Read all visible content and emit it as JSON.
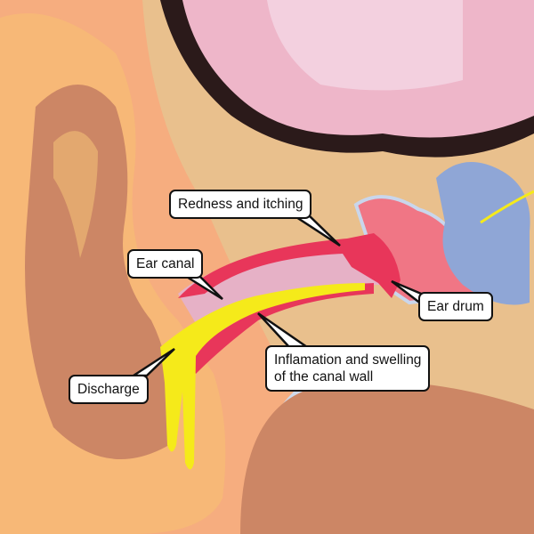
{
  "title": "Ear canal infection (otitis externa) diagram",
  "labels": {
    "redness": "Redness and itching",
    "ear_canal": "Ear canal",
    "ear_drum": "Ear drum",
    "inflammation_line1": "Inflamation and swelling",
    "inflammation_line2": "of the canal wall",
    "discharge": "Discharge"
  },
  "colors": {
    "skin": "#f6ad7f",
    "outer_ear": "#f7b877",
    "bone": "#e9c08d",
    "inflamed": "#e8365a",
    "discharge": "#f5ea1a",
    "brain": "#eeb6c9",
    "inner_ear": "#8fa6d6"
  }
}
